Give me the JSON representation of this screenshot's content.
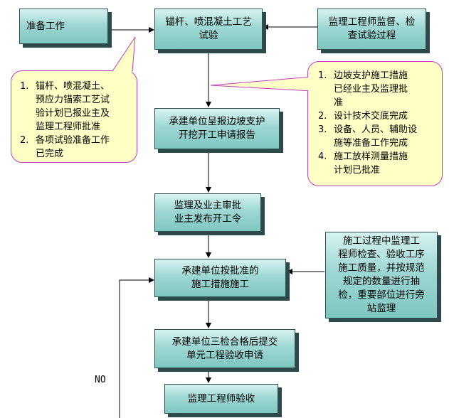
{
  "boxes": {
    "prepare": "准备工作",
    "anchor_test": "锚杆、喷混凝土工艺\n试验",
    "supervisor_monitor": "监理工程师监督、检\n查试验过程",
    "contractor_report": "承建单位呈报边坡支护\n开挖开工申请报告",
    "approval": "监理及业主审批\n业主发布开工令",
    "construction": "承建单位按批准的\n施工措施施工",
    "supervisor_inspect": "施工过程中监理工\n程师检查、验收工序\n施工质量，并按规范\n规定的数量进行抽\n检，重要部位进行旁\n站监理",
    "three_check": "承建单位三检合格后提交\n单元工程验收申请",
    "acceptance": "监理工程师验收"
  },
  "callout_left": {
    "items": [
      {
        "num": "1.",
        "text": "锚杆、喷混凝土、\n预应力锚索工艺试\n验计划已报业主及\n监理工程师批准"
      },
      {
        "num": "2.",
        "text": "各项试验准备工作\n已完成"
      }
    ]
  },
  "callout_right": {
    "items": [
      {
        "num": "1.",
        "text": "边坡支护施工措施\n已经业主及监理批\n准"
      },
      {
        "num": "2.",
        "text": "设计技术交底完成"
      },
      {
        "num": "3.",
        "text": "设备、人员、辅助设\n施等准备工作完成"
      },
      {
        "num": "4.",
        "text": "施工放样测量措施\n计划已批准"
      }
    ]
  },
  "labels": {
    "no": "NO"
  }
}
